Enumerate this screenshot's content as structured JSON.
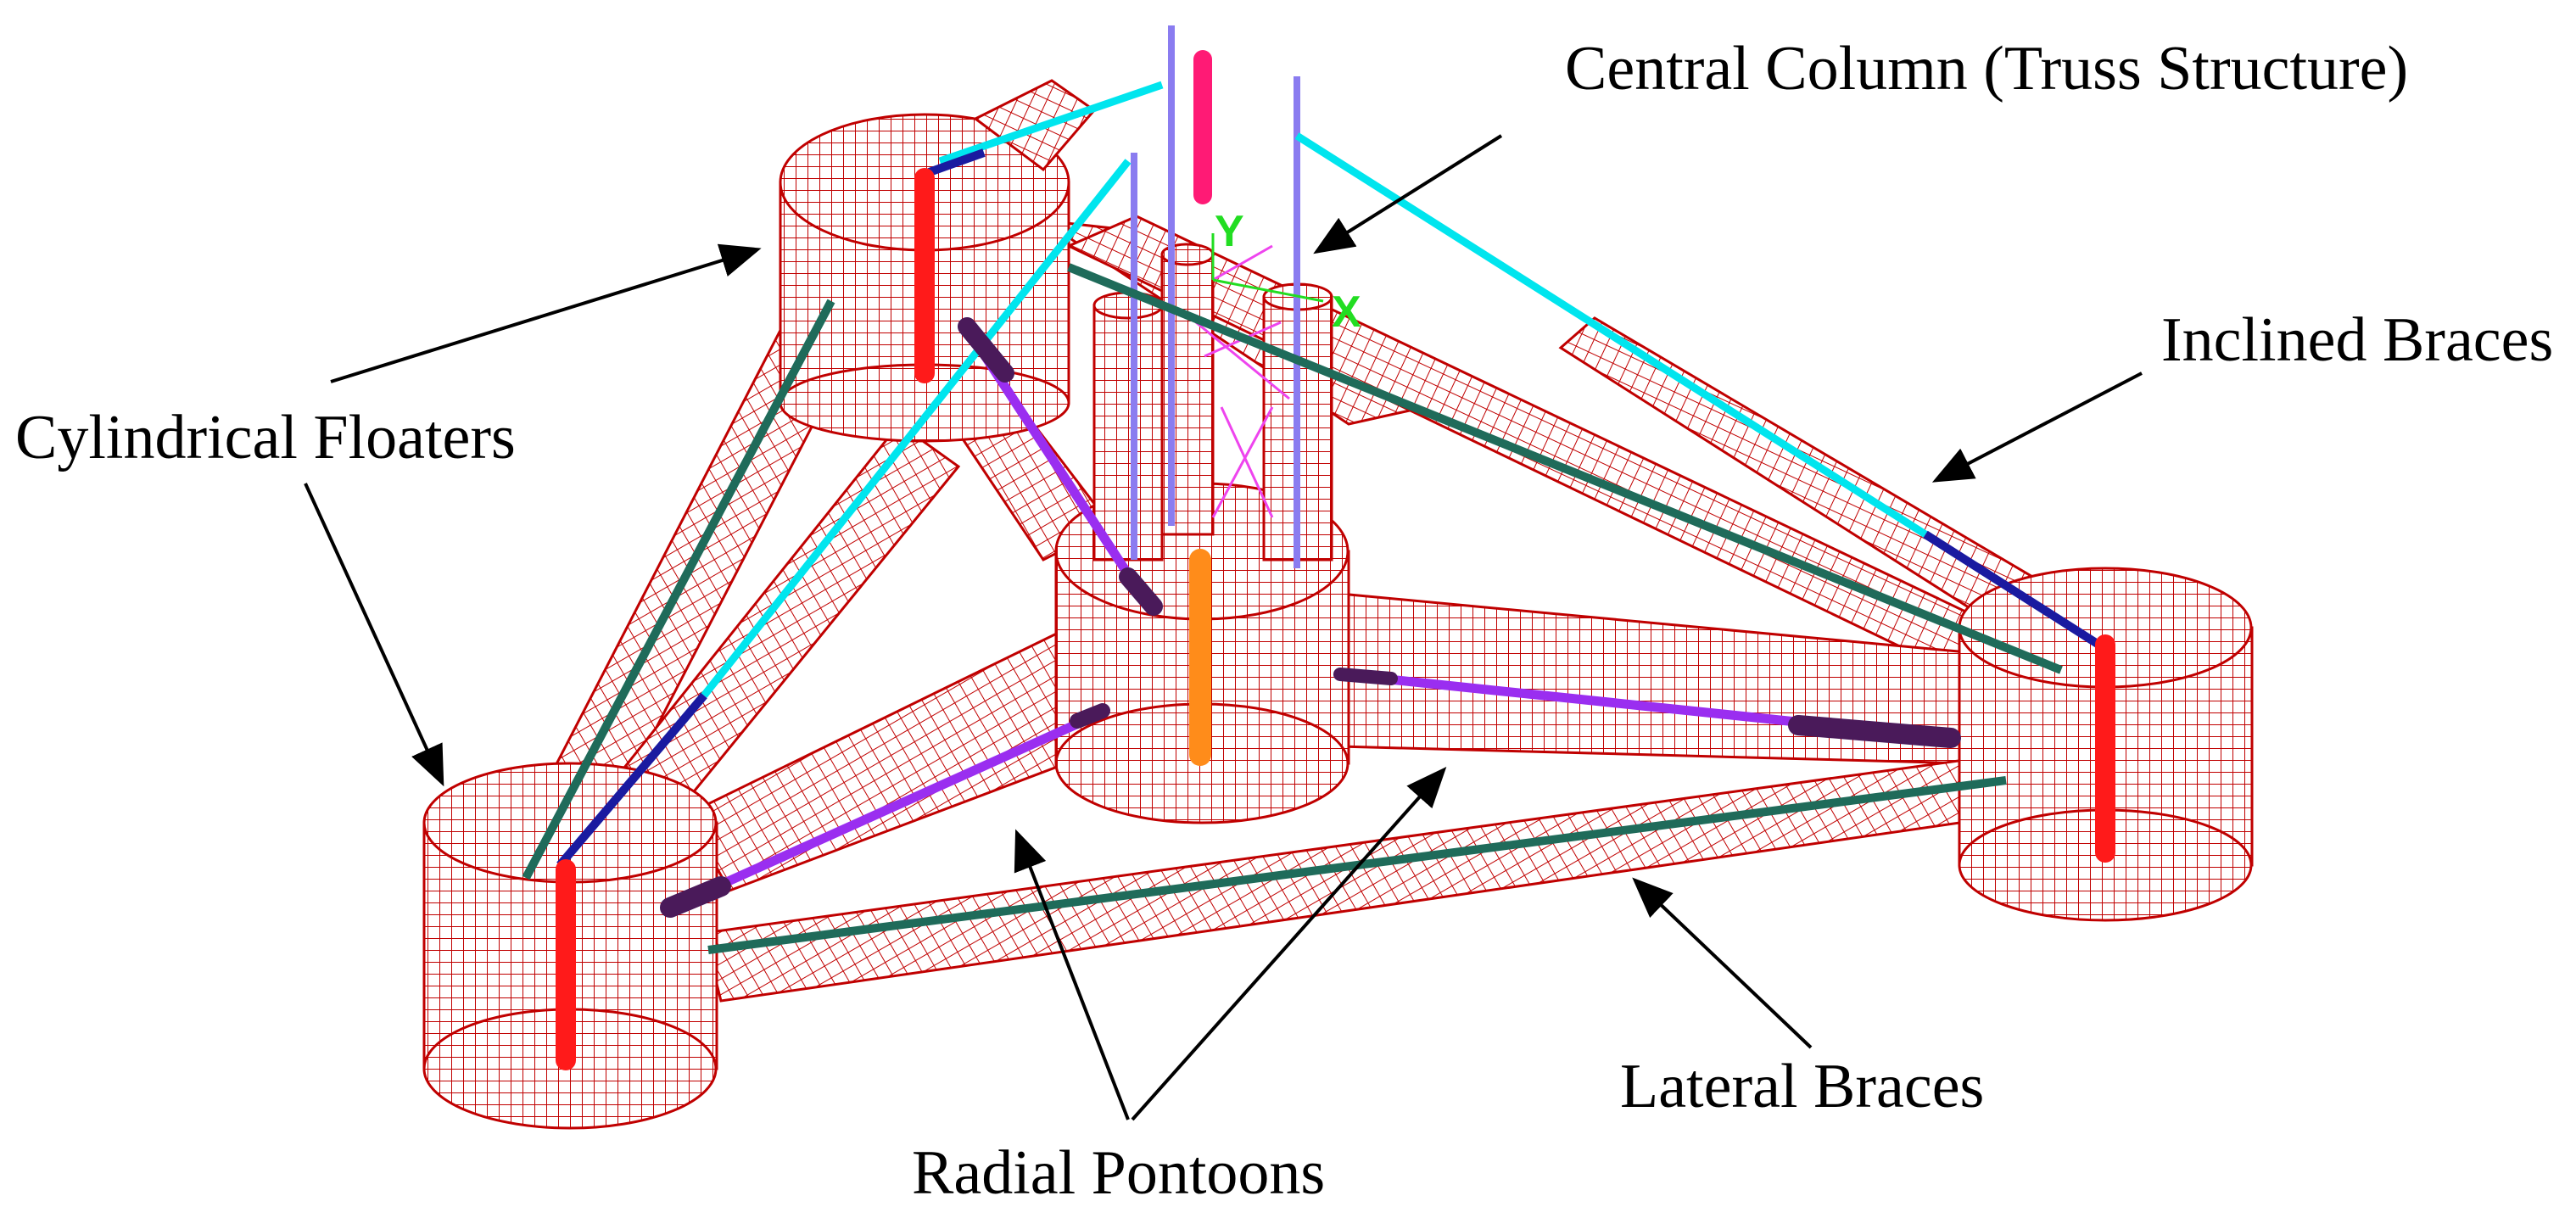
{
  "labels": {
    "central_column": "Central Column (Truss Structure)",
    "inclined_braces": "Inclined Braces",
    "cylindrical_floaters": "Cylindrical Floaters",
    "lateral_braces": "Lateral Braces",
    "radial_pontoons": "Radial Pontoons"
  },
  "axes": {
    "y": "Y",
    "x": "X"
  },
  "colors": {
    "mesh": "#c00000",
    "floater_marker": "#ff1a1a",
    "central_marker": "#ff8c1a",
    "top_marker": "#ff1a75",
    "inclined_member": "#00e5ee",
    "inclined_lower": "#1a1aa0",
    "lateral_member": "#1f6b5a",
    "radial_member": "#9a2ef0",
    "radial_end": "#4a1a5a",
    "vertical_post": "#8a7cf0",
    "axis": "#22dd22",
    "truss": "#ee44ee",
    "text": "#000000"
  }
}
